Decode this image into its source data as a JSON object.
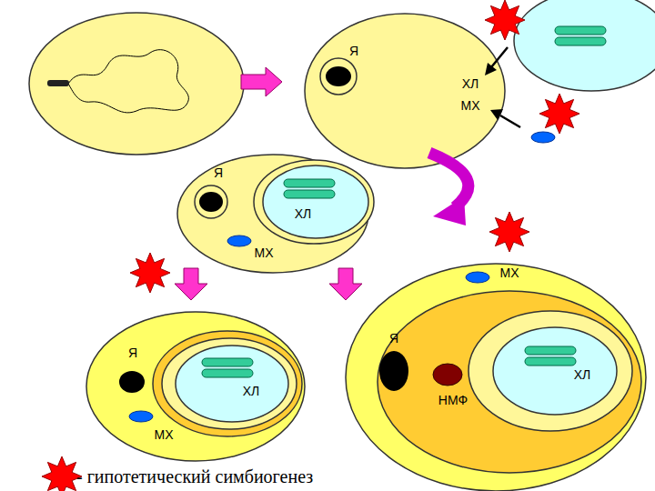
{
  "diagram": {
    "labels": [
      "Я",
      "ХЛ",
      "МХ",
      "Я",
      "ХЛ",
      "МХ",
      "МХ",
      "Я",
      "ХЛ",
      "НМФ",
      "Я",
      "ХЛ",
      "МХ"
    ],
    "legend": [
      {
        "text": "- гипотетический симбиогенез"
      }
    ]
  }
}
